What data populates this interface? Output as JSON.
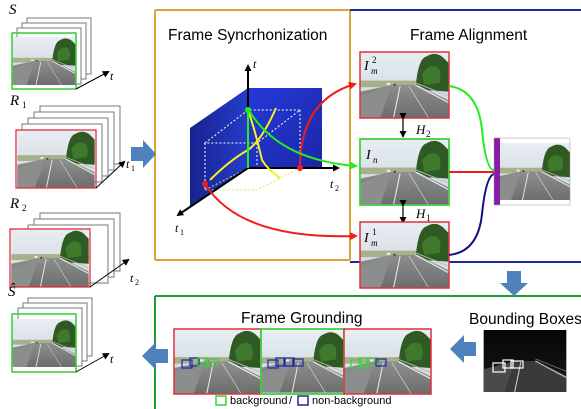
{
  "sections": {
    "sync_title": "Frame Syncrhonization",
    "align_title": "Frame Alignment",
    "ground_title": "Frame Grounding",
    "bbox_title": "Bounding Boxes"
  },
  "stacks": {
    "s_label": "S",
    "s_axis": "t",
    "r1_label": "R",
    "r1_sub": "1",
    "r1_axis": "t",
    "r1_axis_sub": "1",
    "r2_label": "R",
    "r2_sub": "2",
    "r2_axis": "t",
    "r2_axis_sub": "2",
    "shat_label": "Ŝ",
    "shat_axis": "t"
  },
  "sync": {
    "axis_t": "t",
    "axis_t1": "t",
    "axis_t1_sub": "1",
    "axis_t2": "t",
    "axis_t2_sub": "2"
  },
  "align": {
    "im2_base": "I",
    "im2_sub": "m",
    "im2_sup": "2",
    "in_base": "I",
    "in_sub": "n",
    "im1_base": "I",
    "im1_sub": "m",
    "im1_sup": "1",
    "h2_base": "H",
    "h2_sub": "2",
    "h1_base": "H",
    "h1_sub": "1"
  },
  "legend": {
    "background": "background",
    "separator": "/",
    "non_background": "non-background"
  },
  "colors": {
    "section_border_orange": "#d9a53a",
    "section_border_blue": "#1b2a9c",
    "section_border_green": "#1f9a2e",
    "arrow_fill": "#4f81bd",
    "frame_red": "#e0313a",
    "frame_green": "#3dd13d",
    "curve_red": "#ee1c1c",
    "curve_green": "#22ee22",
    "curve_navy": "#101080",
    "plane_blue": "#1428c8",
    "bar_purple": "#8a1aa8"
  }
}
